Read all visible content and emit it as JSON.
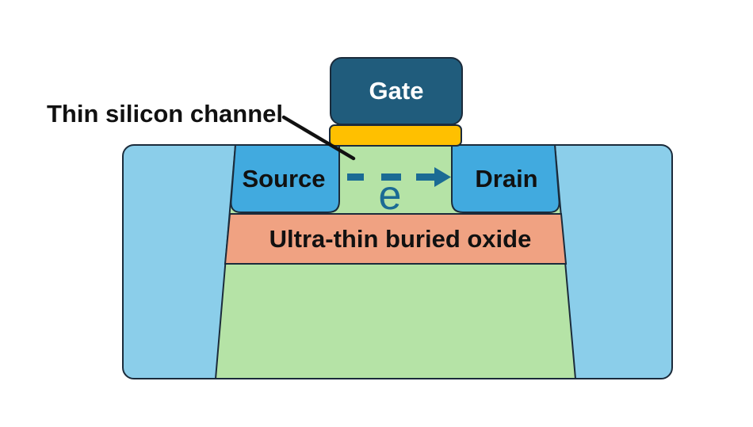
{
  "diagram": {
    "annotation": {
      "label": "Thin silicon channel"
    },
    "gate": {
      "label": "Gate"
    },
    "gate_oxide": {
      "label": ""
    },
    "source": {
      "label": "Source"
    },
    "drain": {
      "label": "Drain"
    },
    "buried_oxide": {
      "label": "Ultra-thin buried oxide"
    },
    "electron": {
      "symbol": "e"
    },
    "colors": {
      "gate_fill": "#205C7C",
      "gate_text": "#FFFFFF",
      "gate_oxide_fill": "#FFC000",
      "source_drain_fill": "#41AADF",
      "well_fill": "#8BCEEA",
      "silicon_fill": "#B5E3A6",
      "buried_oxide_fill": "#F0A282",
      "electron_color": "#1B6B94",
      "outline": "#1B2B3B",
      "label_text": "#111111"
    }
  }
}
